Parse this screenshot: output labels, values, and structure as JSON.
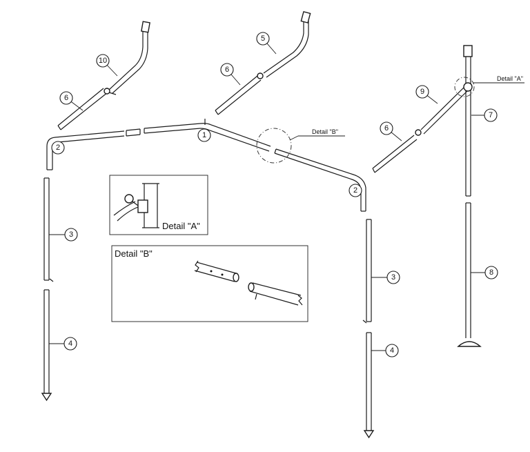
{
  "callouts": [
    "10",
    "6",
    "6",
    "5",
    "6",
    "9",
    "7",
    "2",
    "1",
    "2",
    "3",
    "3",
    "8",
    "4",
    "4"
  ],
  "detail_a_marker": "Detail \"A\"",
  "detail_b_marker": "Detail \"B\"",
  "detail_a_box_title": "Detail \"A\"",
  "detail_b_box_title": "Detail \"B\""
}
